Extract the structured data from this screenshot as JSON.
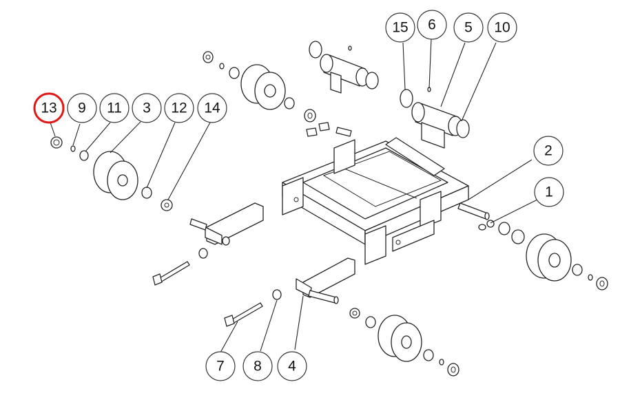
{
  "diagram": {
    "highlight_color": "#e01818",
    "line_color": "#222222",
    "callouts": [
      {
        "id": "c13",
        "label": "13",
        "highlighted": true
      },
      {
        "id": "c9",
        "label": "9",
        "highlighted": false
      },
      {
        "id": "c11",
        "label": "11",
        "highlighted": false
      },
      {
        "id": "c3",
        "label": "3",
        "highlighted": false
      },
      {
        "id": "c12",
        "label": "12",
        "highlighted": false
      },
      {
        "id": "c14",
        "label": "14",
        "highlighted": false
      },
      {
        "id": "c15",
        "label": "15",
        "highlighted": false
      },
      {
        "id": "c6",
        "label": "6",
        "highlighted": false
      },
      {
        "id": "c5",
        "label": "5",
        "highlighted": false
      },
      {
        "id": "c10",
        "label": "10",
        "highlighted": false
      },
      {
        "id": "c2",
        "label": "2",
        "highlighted": false
      },
      {
        "id": "c1",
        "label": "1",
        "highlighted": false
      },
      {
        "id": "c7",
        "label": "7",
        "highlighted": false
      },
      {
        "id": "c8",
        "label": "8",
        "highlighted": false
      },
      {
        "id": "c4",
        "label": "4",
        "highlighted": false
      }
    ]
  }
}
